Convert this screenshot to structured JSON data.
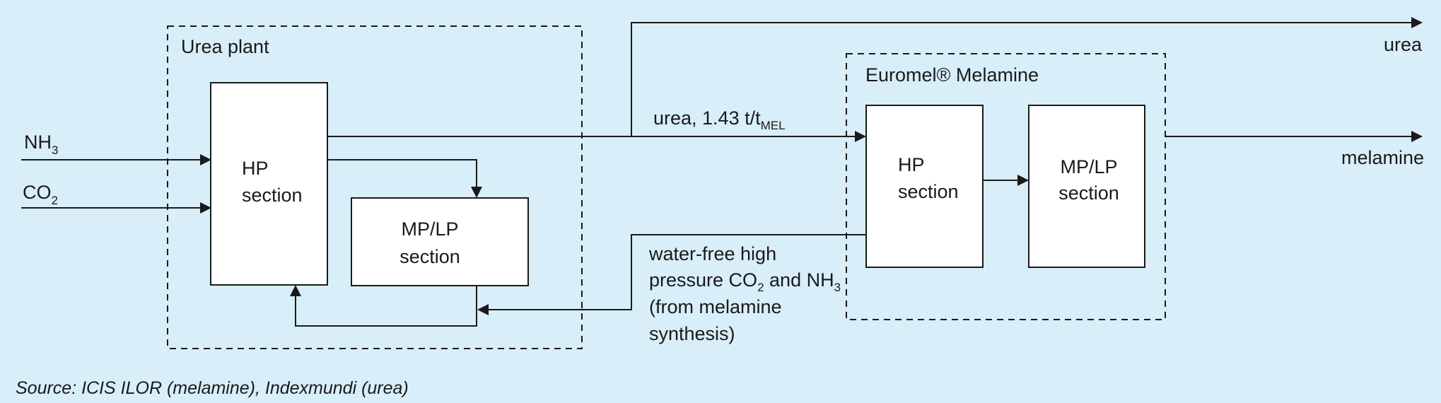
{
  "urea_plant": {
    "title": "Urea plant",
    "hp_section": [
      "HP",
      "section"
    ],
    "mp_lp_section": [
      "MP/LP",
      "section"
    ]
  },
  "melamine_plant": {
    "title": "Euromel® Melamine",
    "hp_section": [
      "HP",
      "section"
    ],
    "mp_lp_section": [
      "MP/LP",
      "section"
    ]
  },
  "inputs": {
    "nh3": {
      "base": "NH",
      "sub": "3"
    },
    "co2": {
      "base": "CO",
      "sub": "2"
    }
  },
  "outputs": {
    "urea": "urea",
    "melamine": "melamine"
  },
  "flows": {
    "urea_feed": {
      "base": "urea, 1.43 t/t",
      "sub": "MEL"
    },
    "recycle": {
      "line1": "water-free high",
      "line2": {
        "pre": "pressure CO",
        "sub1": "2",
        "mid": " and NH",
        "sub2": "3"
      },
      "line3": "(from melamine",
      "line4": "synthesis)"
    }
  },
  "source": "Source: ICIS ILOR (melamine), Indexmundi (urea)"
}
